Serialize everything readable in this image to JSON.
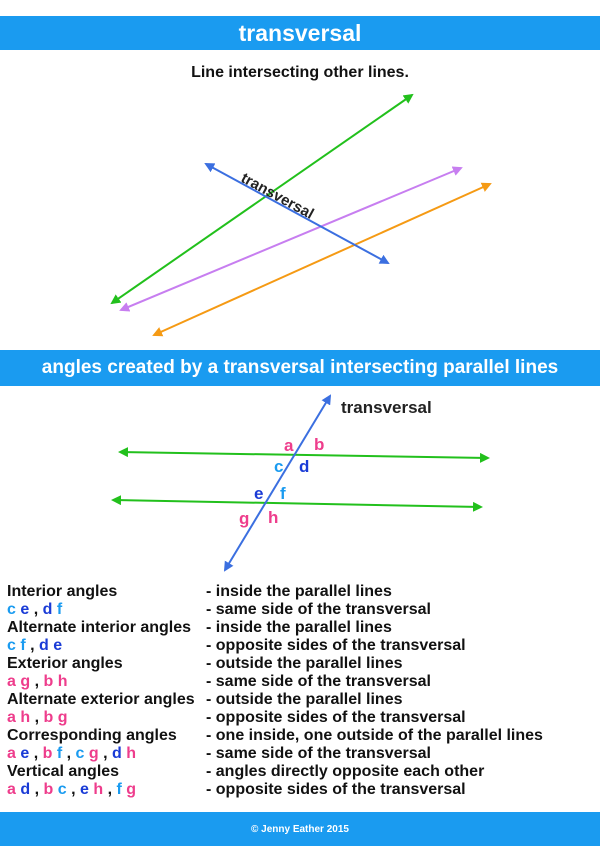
{
  "title": "transversal",
  "subtitle": "Line intersecting other lines.",
  "diagram1": {
    "transversal_label": "transversal",
    "colors": {
      "green": "#22c01c",
      "purple": "#c77ef0",
      "orange": "#f59a14",
      "blue": "#3b6fe0"
    }
  },
  "section_title": "angles created by a transversal intersecting parallel lines",
  "diagram2": {
    "transversal_label": "transversal",
    "angle_labels": [
      "a",
      "b",
      "c",
      "d",
      "e",
      "f",
      "g",
      "h"
    ],
    "colors": {
      "green": "#22c01c",
      "blue": "#3b6fe0",
      "pink": "#ee3d8c",
      "lightblue": "#1a9bf0",
      "navy": "#1a3bd6"
    }
  },
  "definitions": [
    {
      "term": "Interior angles",
      "description": "- inside the parallel lines"
    },
    {
      "pairs": "c e , d f",
      "description": "- same side of the transversal"
    },
    {
      "term": "Alternate interior angles",
      "description": "- inside the parallel lines"
    },
    {
      "pairs": "c f , d e",
      "description": "- opposite sides of the transversal"
    },
    {
      "term": "Exterior angles",
      "description": "- outside the parallel lines"
    },
    {
      "pairs": "a g , b h",
      "description": "- same side of the transversal"
    },
    {
      "term": "Alternate exterior angles",
      "description": "- outside the parallel lines"
    },
    {
      "pairs": "a h , b g",
      "description": "- opposite sides of the transversal"
    },
    {
      "term": "Corresponding angles",
      "description": "- one inside, one outside of the parallel lines"
    },
    {
      "pairs": "a e , b f , c g , d h",
      "description": "- same side of the transversal"
    },
    {
      "term": "Vertical angles",
      "description": "- angles directly opposite each other"
    },
    {
      "pairs": "a d , b c , e h , f g",
      "description": "- opposite sides of the transversal"
    }
  ],
  "footer": "© Jenny Eather 2015"
}
